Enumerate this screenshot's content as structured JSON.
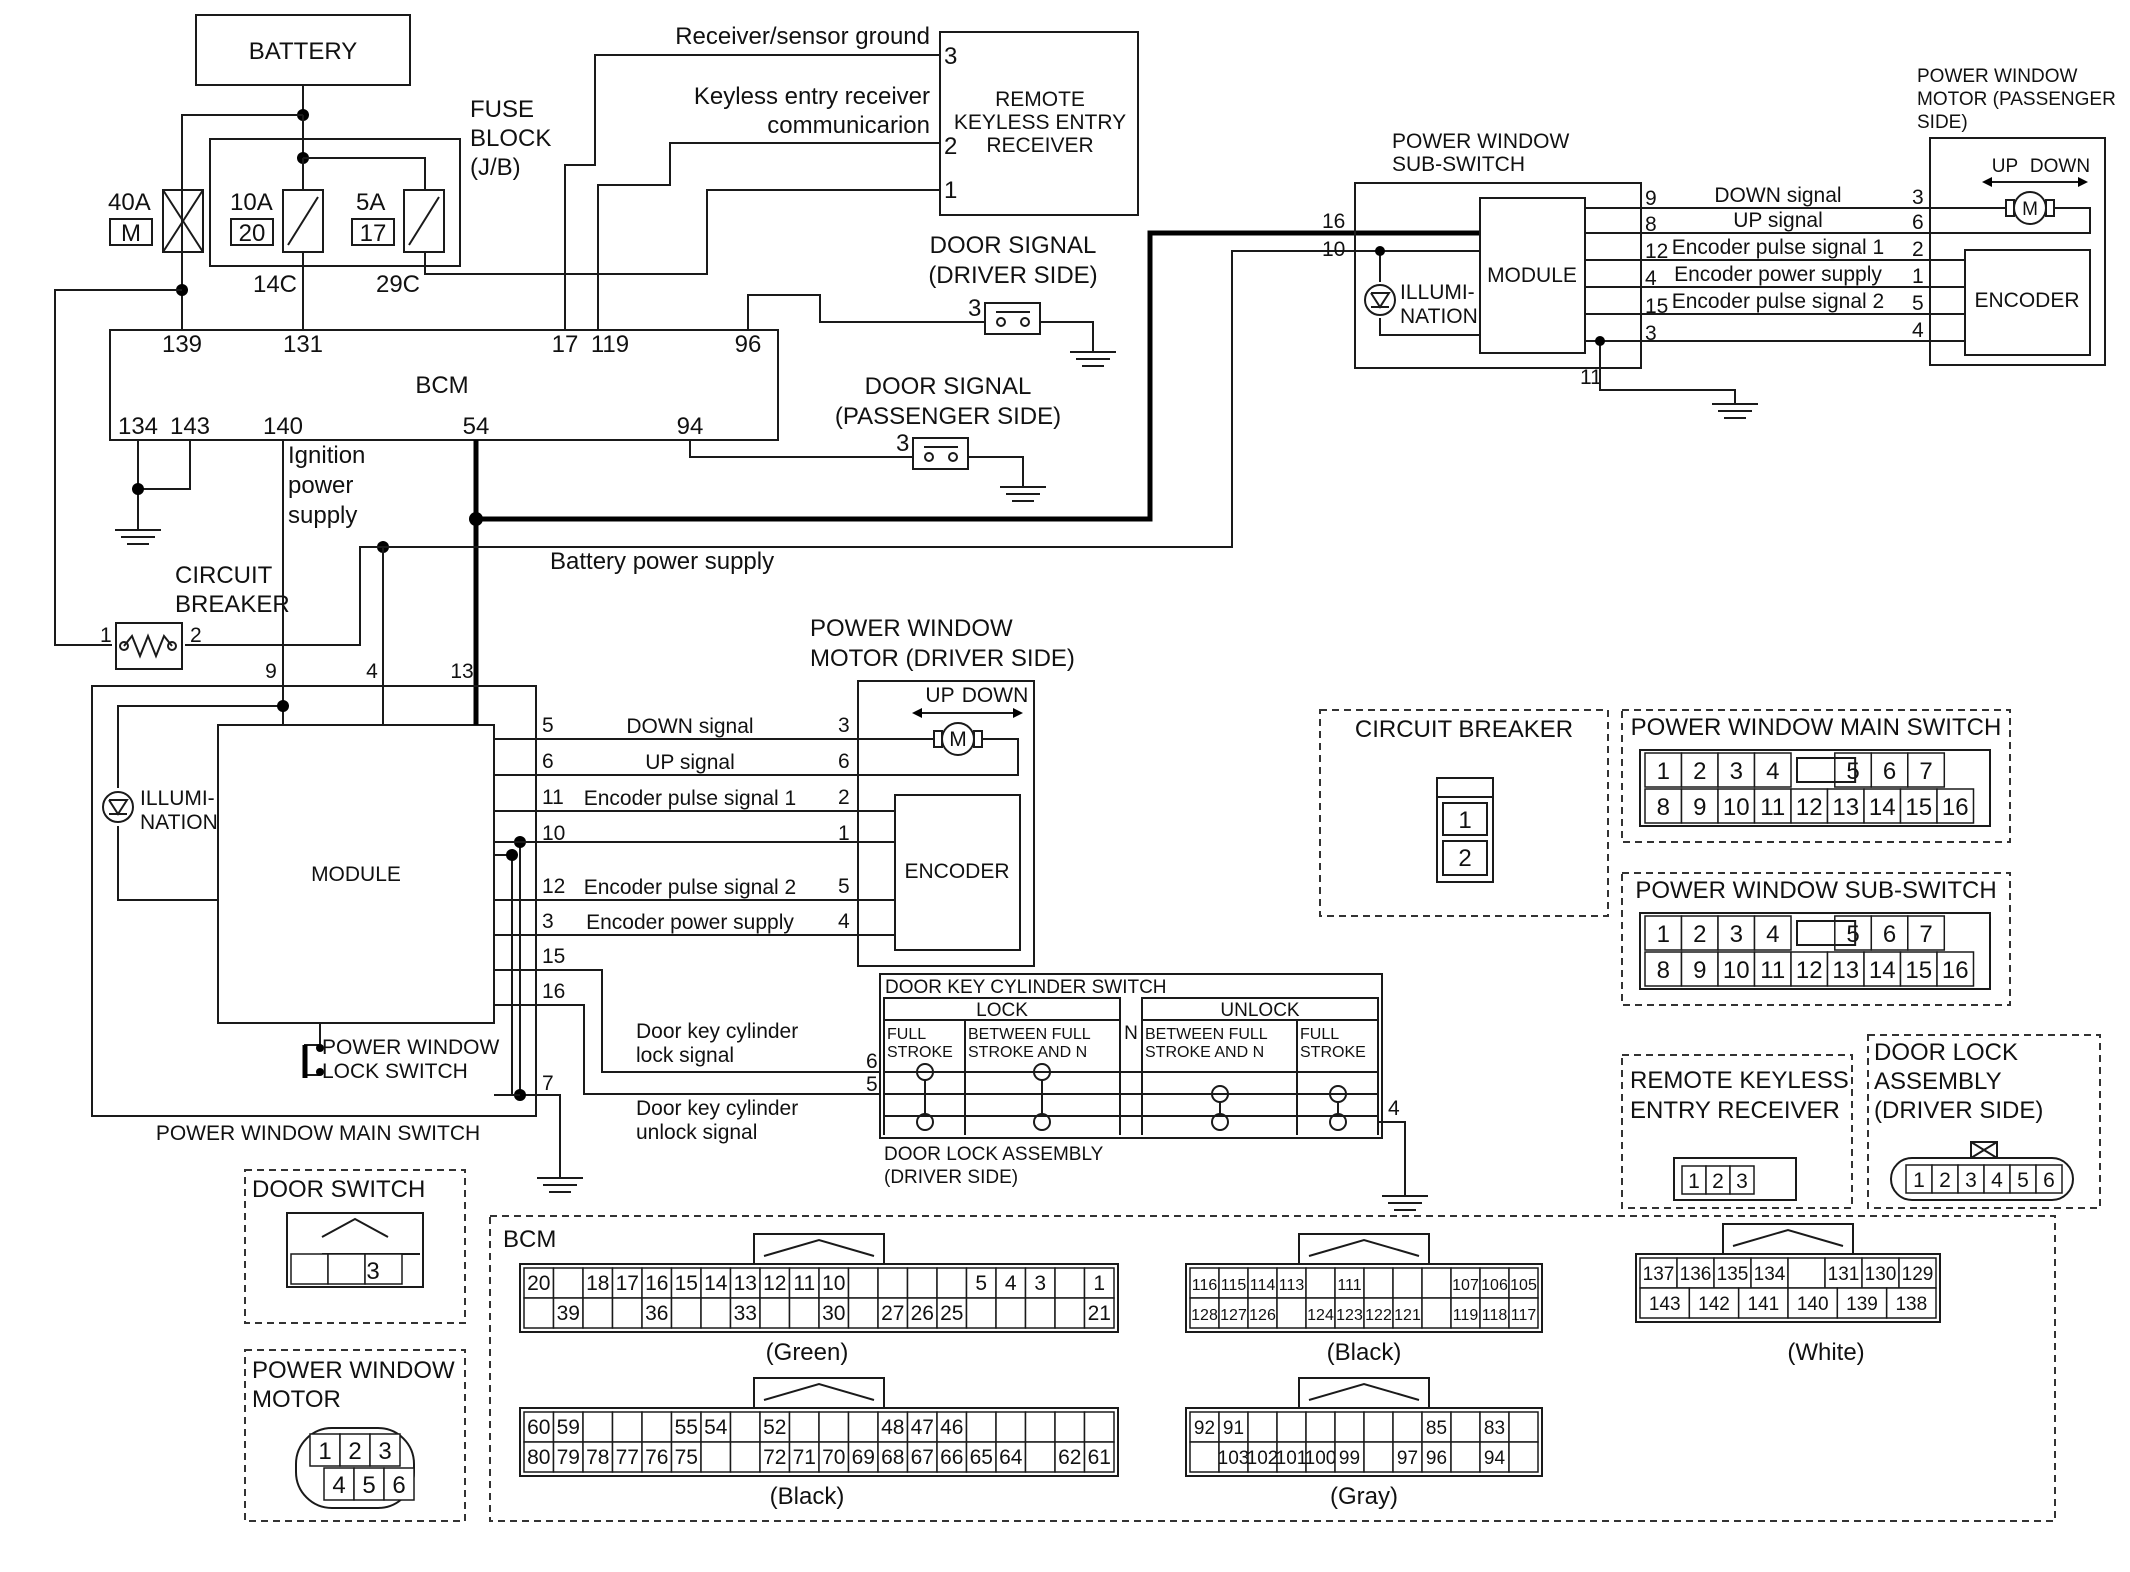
{
  "title_blocks": {
    "battery": "BATTERY",
    "fuse_block": [
      "FUSE",
      "BLOCK",
      "(J/B)"
    ],
    "fuse_40a": "40A",
    "fuse_40a_id": "M",
    "fuse_10a": "10A",
    "fuse_10a_id": "20",
    "fuse_5a": "5A",
    "fuse_5a_id": "17",
    "fuse_10a_conn": "14C",
    "fuse_5a_conn": "29C",
    "bcm": "BCM",
    "rke_receiver": [
      "REMOTE",
      "KEYLESS ENTRY",
      "RECEIVER"
    ],
    "door_signal_driver": [
      "DOOR SIGNAL",
      "(DRIVER SIDE)"
    ],
    "door_signal_passenger": [
      "DOOR SIGNAL",
      "(PASSENGER SIDE)"
    ],
    "circuit_breaker": [
      "CIRCUIT",
      "BREAKER"
    ],
    "pw_sub_switch": [
      "POWER WINDOW",
      "SUB-SWITCH"
    ],
    "pw_motor_passenger": [
      "POWER WINDOW",
      "MOTOR (PASSENGER",
      "SIDE)"
    ],
    "pw_motor_driver": [
      "POWER WINDOW",
      "MOTOR (DRIVER SIDE)"
    ],
    "pw_main_switch": "POWER WINDOW MAIN SWITCH",
    "module": "MODULE",
    "encoder": "ENCODER",
    "illumination": [
      "ILLUMI-",
      "NATION"
    ],
    "pw_lock_switch": [
      "POWER WINDOW",
      "LOCK SWITCH"
    ],
    "up": "UP",
    "down": "DOWN",
    "door_key_cyl": "DOOR KEY CYLINDER SWITCH",
    "dkc_lock": "LOCK",
    "dkc_unlock": "UNLOCK",
    "dkc_n": "N",
    "dkc_full": [
      "FULL",
      "STROKE"
    ],
    "dkc_between": [
      "BETWEEN FULL",
      "STROKE AND N"
    ],
    "door_lock_assembly": [
      "DOOR LOCK ASSEMBLY",
      "(DRIVER SIDE)"
    ]
  },
  "signals": {
    "receiver_ground": "Receiver/sensor ground",
    "keyless_comm": [
      "Keyless entry receiver",
      "communicarion"
    ],
    "ignition": [
      "Ignition",
      "power",
      "supply"
    ],
    "battery_supply": "Battery power supply",
    "down_signal": "DOWN signal",
    "up_signal": "UP signal",
    "enc_pulse_1": "Encoder pulse signal 1",
    "enc_power": "Encoder power supply",
    "enc_pulse_2": "Encoder pulse signal 2",
    "dkc_lock_sig": [
      "Door key cylinder",
      "lock signal"
    ],
    "dkc_unlock_sig": [
      "Door key cylinder",
      "unlock signal"
    ]
  },
  "pins": {
    "bcm_top": [
      "139",
      "131",
      "17",
      "119",
      "96"
    ],
    "bcm_bottom": [
      "134",
      "143",
      "140",
      "54",
      "94"
    ],
    "rke": [
      "3",
      "2",
      "1"
    ],
    "door_signal": "3",
    "cb": [
      "1",
      "2"
    ],
    "main_top": [
      "9",
      "4",
      "13"
    ],
    "main_right": [
      "5",
      "6",
      "11",
      "10",
      "12",
      "3",
      "15",
      "16",
      "7"
    ],
    "motor_driver": [
      "3",
      "6",
      "2",
      "1",
      "5",
      "4"
    ],
    "sub_left": [
      "16",
      "10",
      "11"
    ],
    "sub_right": [
      "9",
      "8",
      "12",
      "4",
      "15",
      "3"
    ],
    "motor_passenger": [
      "3",
      "6",
      "2",
      "1",
      "5",
      "4"
    ],
    "dkc": [
      "6",
      "5",
      "4"
    ]
  },
  "connectors": {
    "circuit_breaker": {
      "title": "CIRCUIT BREAKER",
      "pins": [
        "1",
        "2"
      ]
    },
    "pw_main_switch": {
      "title": "POWER WINDOW MAIN SWITCH",
      "row1": [
        "1",
        "2",
        "3",
        "4",
        "",
        "5",
        "6",
        "7"
      ],
      "row2": [
        "8",
        "9",
        "10",
        "11",
        "12",
        "13",
        "14",
        "15",
        "16"
      ]
    },
    "pw_sub_switch": {
      "title": "POWER WINDOW SUB-SWITCH",
      "row1": [
        "1",
        "2",
        "3",
        "4",
        "",
        "5",
        "6",
        "7"
      ],
      "row2": [
        "8",
        "9",
        "10",
        "11",
        "12",
        "13",
        "14",
        "15",
        "16"
      ]
    },
    "rke_receiver": {
      "title": [
        "REMOTE KEYLESS",
        "ENTRY RECEIVER"
      ],
      "pins": [
        "1",
        "2",
        "3"
      ]
    },
    "door_lock": {
      "title": [
        "DOOR LOCK",
        "ASSEMBLY",
        "(DRIVER SIDE)"
      ],
      "pins": [
        "1",
        "2",
        "3",
        "4",
        "5",
        "6"
      ]
    },
    "door_switch": {
      "title": "DOOR SWITCH",
      "pin": "3"
    },
    "pw_motor": {
      "title": [
        "POWER WINDOW",
        "MOTOR"
      ],
      "row1": [
        "1",
        "2",
        "3"
      ],
      "row2": [
        "4",
        "5",
        "6"
      ]
    },
    "bcm": {
      "title": "BCM",
      "green": {
        "label": "(Green)",
        "row1": [
          "20",
          "",
          "18",
          "17",
          "16",
          "15",
          "14",
          "13",
          "12",
          "11",
          "10",
          "",
          "",
          "",
          "",
          "5",
          "4",
          "3",
          "",
          "1"
        ],
        "row2": [
          "",
          "39",
          "",
          "",
          "36",
          "",
          "",
          "33",
          "",
          "",
          "30",
          "",
          "27",
          "26",
          "25",
          "",
          "",
          "",
          "",
          "21"
        ]
      },
      "black1": {
        "label": "(Black)",
        "row1": [
          "116",
          "115",
          "114",
          "113",
          "",
          "111",
          "",
          "",
          "",
          "107",
          "106",
          "105"
        ],
        "row2": [
          "128",
          "127",
          "126",
          "",
          "124",
          "123",
          "122",
          "121",
          "",
          "119",
          "118",
          "117"
        ]
      },
      "white": {
        "label": "(White)",
        "row1": [
          "137",
          "136",
          "135",
          "134",
          "",
          "131",
          "130",
          "129"
        ],
        "row2": [
          "143",
          "142",
          "141",
          "140",
          "139",
          "138"
        ]
      },
      "black2": {
        "label": "(Black)",
        "row1": [
          "60",
          "59",
          "",
          "",
          "",
          "55",
          "54",
          "",
          "52",
          "",
          "",
          "",
          "48",
          "47",
          "46",
          "",
          "",
          "",
          "",
          ""
        ],
        "row2": [
          "80",
          "79",
          "78",
          "77",
          "76",
          "75",
          "",
          "",
          "72",
          "71",
          "70",
          "69",
          "68",
          "67",
          "66",
          "65",
          "64",
          "",
          "62",
          "61"
        ]
      },
      "gray": {
        "label": "(Gray)",
        "row1": [
          "92",
          "91",
          "",
          "",
          "",
          "",
          "",
          "",
          "85",
          "",
          "83",
          ""
        ],
        "row2": [
          "",
          "103",
          "102",
          "101",
          "100",
          "99",
          "",
          "97",
          "96",
          "",
          "94",
          ""
        ]
      }
    }
  }
}
